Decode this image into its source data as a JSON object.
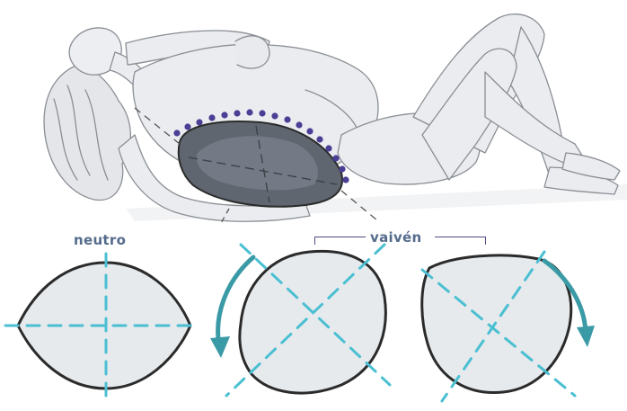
{
  "labels": {
    "neutral": "neutro",
    "rocking": "vaivén"
  },
  "colors": {
    "label_text": "#546b8c",
    "bracket": "#4e4a86",
    "dotted_curve": "#4a3f95",
    "axis_dashes": "#4bbfd2",
    "arrow": "#3a9aa6",
    "ball_fill": "#e6eaed",
    "ball_outline": "#2b2b2b",
    "ball_under_back": "#5f6670",
    "body_fill": "#eaecef",
    "body_line": "#8a8e94"
  },
  "icons": {
    "rock_left_arrow": "counterclockwise-curved-arrow",
    "rock_right_arrow": "clockwise-curved-arrow"
  }
}
